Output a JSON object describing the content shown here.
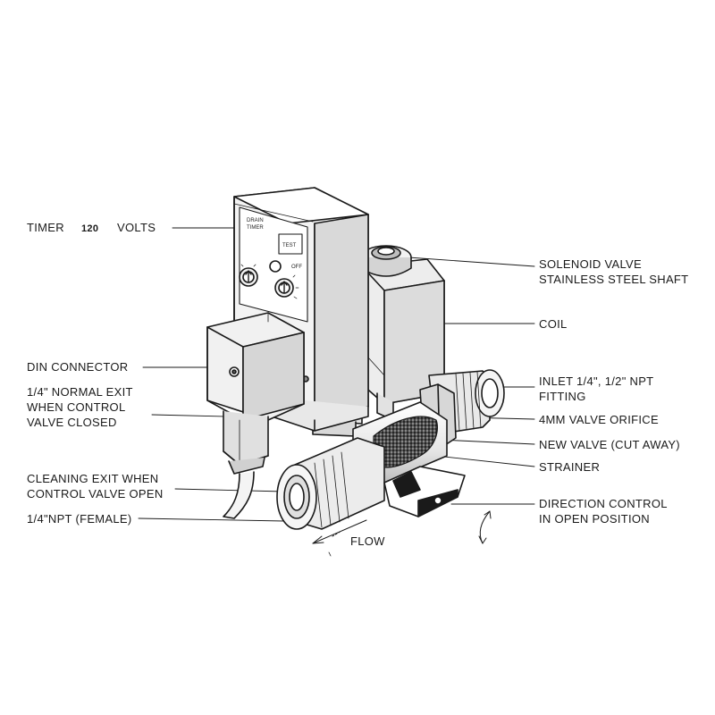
{
  "labels": {
    "timer": "TIMER",
    "timer_voltage": "120",
    "volts": "VOLTS",
    "solenoid_valve": [
      "SOLENOID VALVE",
      "STAINLESS STEEL SHAFT"
    ],
    "coil": "COIL",
    "din_connector": "DIN CONNECTOR",
    "normal_exit": [
      "1/4\" NORMAL EXIT",
      "WHEN CONTROL",
      "VALVE CLOSED"
    ],
    "inlet": [
      "INLET 1/4\", 1/2\" NPT",
      "FITTING"
    ],
    "valve_orifice": "4MM VALVE ORIFICE",
    "new_valve": "NEW VALVE (CUT AWAY)",
    "strainer": "STRAINER",
    "cleaning_exit": [
      "CLEANING EXIT WHEN",
      "CONTROL VALVE OPEN"
    ],
    "npt_female": "1/4\"NPT (FEMALE)",
    "direction_control": [
      "DIRECTION CONTROL",
      "IN OPEN POSITION"
    ],
    "flow": "FLOW"
  },
  "timer_panel": {
    "title": [
      "DRAIN",
      "TIMER"
    ],
    "test_button": "TEST",
    "off_label": "OFF"
  },
  "colors": {
    "line": "#1a1a1a",
    "shade": "#cfcfcf",
    "dark_shade": "#9a9a9a"
  }
}
